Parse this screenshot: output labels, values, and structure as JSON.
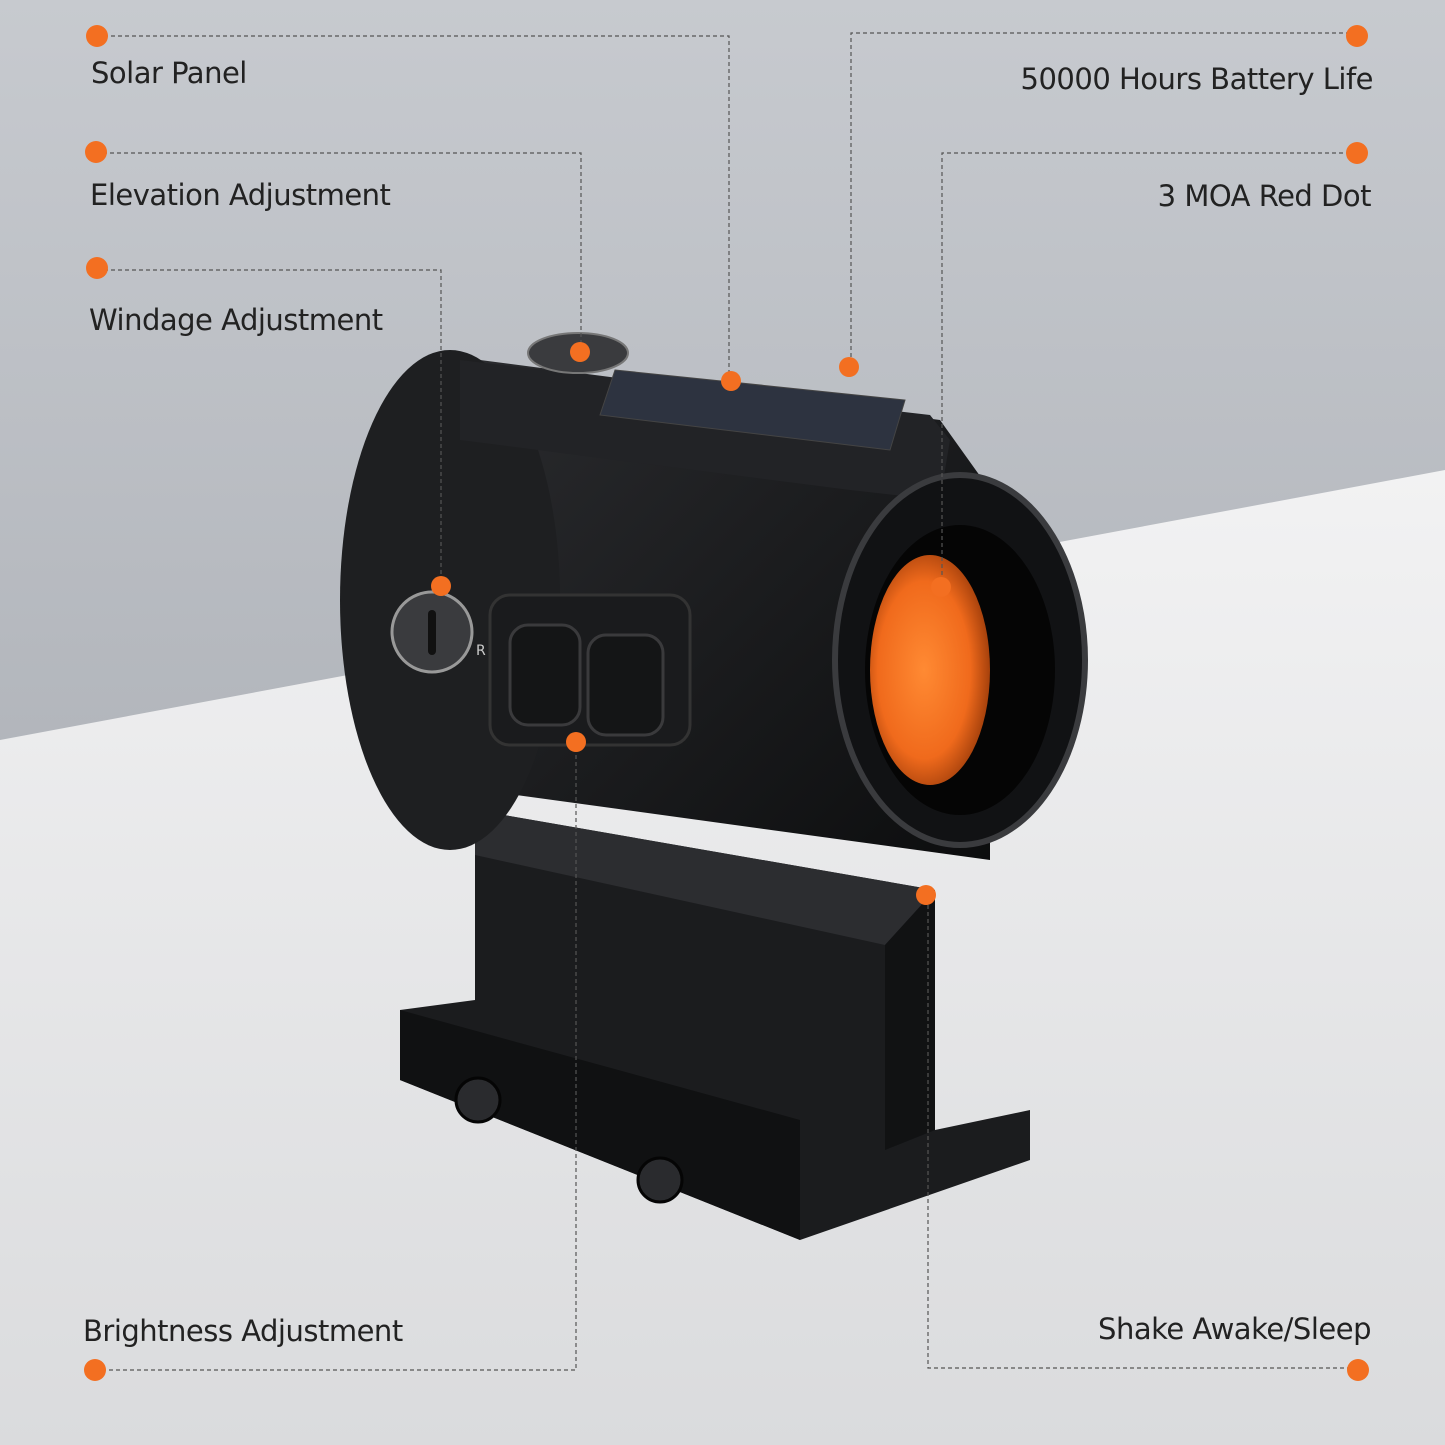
{
  "colors": {
    "accent": "#f36f21",
    "background_top": "#a9adb3",
    "background_bottom": "#e6e7e9",
    "product_body": "#141517",
    "lens": "#f06a1c"
  },
  "callouts": [
    {
      "label": "Solar Panel",
      "side": "left"
    },
    {
      "label": "Elevation Adjustment",
      "side": "left"
    },
    {
      "label": "Windage Adjustment",
      "side": "left"
    },
    {
      "label": "50000 Hours Battery Life",
      "side": "right"
    },
    {
      "label": "3 MOA Red Dot",
      "side": "right"
    },
    {
      "label": "Brightness Adjustment",
      "side": "left"
    },
    {
      "label": "Shake Awake/Sleep",
      "side": "right"
    }
  ],
  "product": {
    "name": "red-dot-sight",
    "turret_letters": [
      "R"
    ]
  }
}
